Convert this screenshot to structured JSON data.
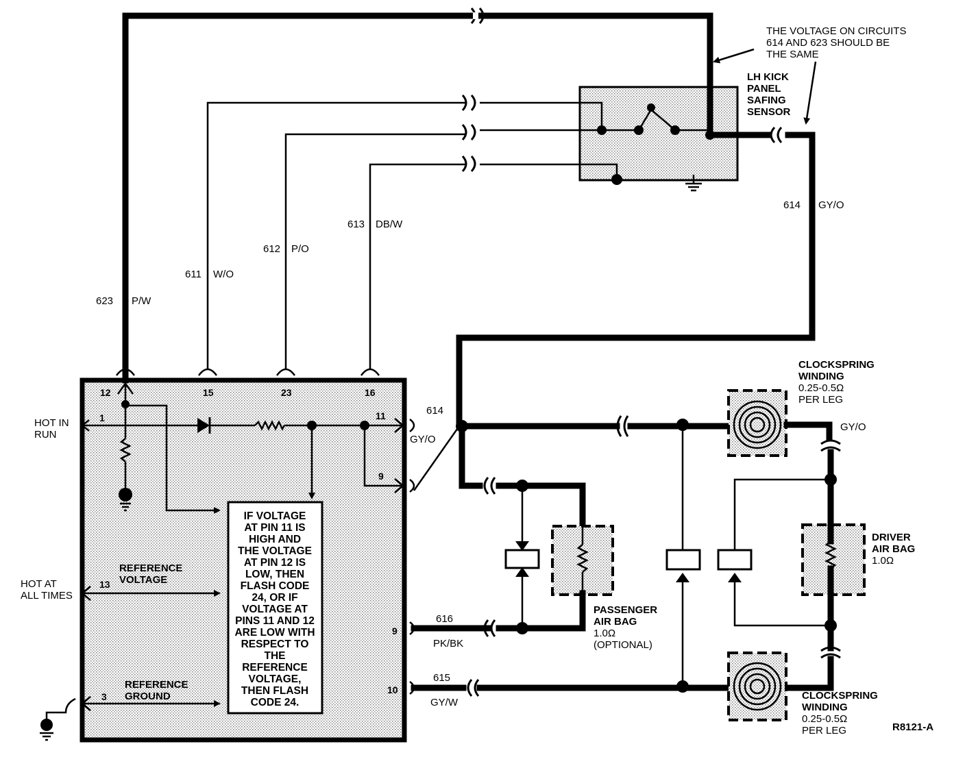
{
  "note_top": [
    "THE VOLTAGE ON CIRCUITS",
    "614 AND 623 SHOULD BE",
    "THE SAME"
  ],
  "safing_sensor_label": [
    "LH KICK",
    "PANEL",
    "SAFING",
    "SENSOR"
  ],
  "wires": {
    "w623": {
      "num": "623",
      "color": "P/W"
    },
    "w611": {
      "num": "611",
      "color": "W/O"
    },
    "w612": {
      "num": "612",
      "color": "P/O"
    },
    "w613": {
      "num": "613",
      "color": "DB/W"
    },
    "w614_right": {
      "num": "614",
      "color": "GY/O"
    },
    "w614_mod": {
      "num": "614",
      "color": "GY/O"
    },
    "w616": {
      "num": "616",
      "color": "PK/BK"
    },
    "w615": {
      "num": "615",
      "color": "GY/W"
    }
  },
  "module_pins": {
    "p12": "12",
    "p15": "15",
    "p23": "23",
    "p16": "16",
    "p1": "1",
    "p11": "11",
    "p9a": "9",
    "p13": "13",
    "p9b": "9",
    "p3": "3",
    "p10": "10"
  },
  "left_labels": {
    "hot_in_run": [
      "HOT IN",
      "RUN"
    ],
    "hot_at_all_times": [
      "HOT AT",
      "ALL TIMES"
    ]
  },
  "reference_voltage": [
    "REFERENCE",
    "VOLTAGE"
  ],
  "reference_ground": [
    "REFERENCE",
    "GROUND"
  ],
  "diag_note": [
    "IF VOLTAGE",
    "AT PIN 11 IS",
    "HIGH AND",
    "THE VOLTAGE",
    "AT PIN 12 IS",
    "LOW, THEN",
    "FLASH CODE",
    "24, OR IF",
    "VOLTAGE AT",
    "PINS 11 AND 12",
    "ARE LOW WITH",
    "RESPECT TO",
    "THE",
    "REFERENCE",
    "VOLTAGE,",
    "THEN FLASH",
    "CODE 24."
  ],
  "clockspring_top": [
    "CLOCKSPRING",
    "WINDING",
    "0.25-0.5Ω",
    "PER LEG"
  ],
  "clockspring_bottom": [
    "CLOCKSPRING",
    "WINDING",
    "0.25-0.5Ω",
    "PER LEG"
  ],
  "wire_gyo_right": "GY/O",
  "driver_air_bag": [
    "DRIVER",
    "AIR BAG",
    "1.0Ω"
  ],
  "passenger_air_bag": [
    "PASSENGER",
    "AIR BAG",
    "1.0Ω",
    "(OPTIONAL)"
  ],
  "figure_id": "R8121-A"
}
